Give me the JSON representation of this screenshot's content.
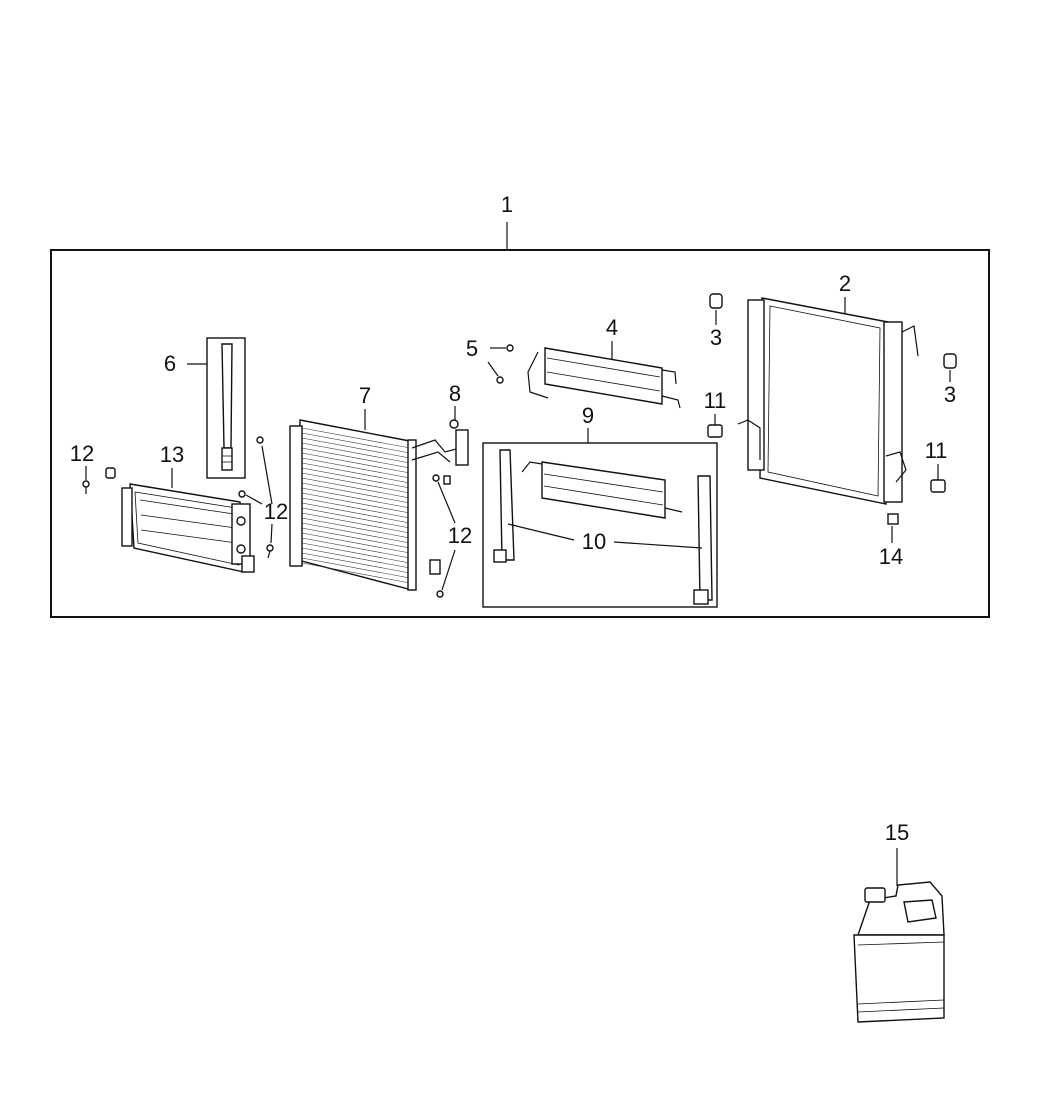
{
  "callouts": {
    "c1": "1",
    "c2": "2",
    "c3a": "3",
    "c3b": "3",
    "c4": "4",
    "c5": "5",
    "c6": "6",
    "c7": "7",
    "c8": "8",
    "c9": "9",
    "c10": "10",
    "c11a": "11",
    "c11b": "11",
    "c12a": "12",
    "c12b": "12",
    "c12c": "12",
    "c13": "13",
    "c14": "14",
    "c15": "15"
  }
}
